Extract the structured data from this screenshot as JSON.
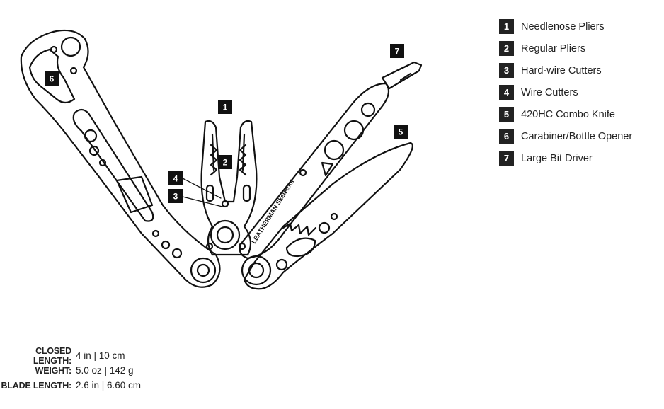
{
  "legend": {
    "items": [
      {
        "num": "1",
        "label": "Needlenose Pliers"
      },
      {
        "num": "2",
        "label": "Regular Pliers"
      },
      {
        "num": "3",
        "label": "Hard-wire Cutters"
      },
      {
        "num": "4",
        "label": "Wire Cutters"
      },
      {
        "num": "5",
        "label": "420HC Combo Knife"
      },
      {
        "num": "6",
        "label": "Carabiner/Bottle Opener"
      },
      {
        "num": "7",
        "label": "Large Bit Driver"
      }
    ]
  },
  "diagram": {
    "callouts": [
      "1",
      "2",
      "3",
      "4",
      "5",
      "6",
      "7"
    ],
    "engraving": "LEATHERMAN Skeletool"
  },
  "specs": {
    "closed_length": {
      "label": "CLOSED LENGTH:",
      "value": "4 in | 10 cm"
    },
    "weight": {
      "label": "WEIGHT:",
      "value": "5.0 oz | 142 g"
    },
    "blade_length": {
      "label": "BLADE LENGTH:",
      "value": "2.6 in | 6.60 cm"
    }
  }
}
